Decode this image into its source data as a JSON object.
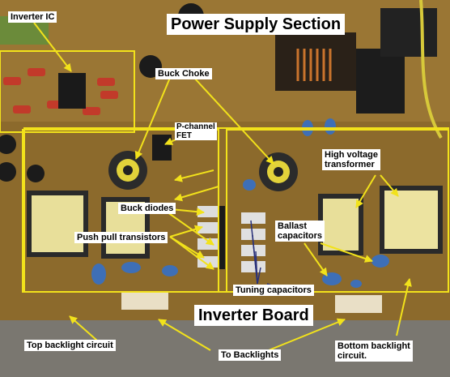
{
  "photo": {
    "title": "Power Supply Section",
    "board_title": "Inverter Board",
    "annotation_color": "#f2e21b",
    "labels": {
      "inverter_ic": "Inverter IC",
      "buck_choke": "Buck Choke",
      "p_channel_line1": "P-channel",
      "p_channel_line2": "FET",
      "high_voltage_line1": "High voltage",
      "high_voltage_line2": "transformer",
      "buck_diodes": "Buck diodes",
      "push_pull": "Push pull transistors",
      "ballast_line1": "Ballast",
      "ballast_line2": "capacitors",
      "tuning": "Tuning capacitors",
      "top_backlight": "Top backlight circuit",
      "to_backlights": "To Backlights",
      "bottom_backlight_line1": "Bottom backlight",
      "bottom_backlight_line2": "circuit."
    }
  }
}
